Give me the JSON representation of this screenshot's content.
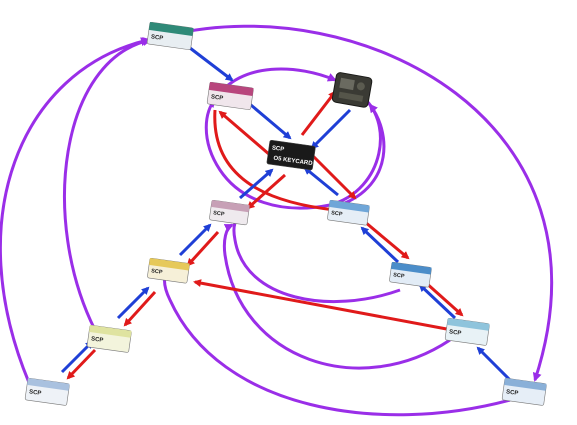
{
  "diagram": {
    "colors": {
      "blue_arrow": "#1f3fd6",
      "red_arrow": "#e01a1a",
      "purple_arrow": "#9a2ee8"
    },
    "cards": [
      {
        "id": "janitor",
        "prefix": "SCP",
        "color": "#a9c1df"
      },
      {
        "id": "level1",
        "prefix": "SCP",
        "color": "#dfe3a0"
      },
      {
        "id": "level2",
        "prefix": "SCP",
        "color": "#e6c95a"
      },
      {
        "id": "level3",
        "prefix": "SCP",
        "color": "#c7a0b6"
      },
      {
        "id": "level4",
        "prefix": "SCP",
        "color": "#b8467d"
      },
      {
        "id": "o5",
        "prefix": "SCP",
        "color": "#1a1a1a",
        "label": "O5 KEYCARD"
      },
      {
        "id": "guard",
        "prefix": "SCP",
        "color": "#6fa6d8"
      },
      {
        "id": "lt",
        "prefix": "SCP",
        "color": "#4b8dc9"
      },
      {
        "id": "commander",
        "prefix": "SCP",
        "color": "#8fc4dc"
      },
      {
        "id": "scientist",
        "prefix": "SCP",
        "color": "#8ab0d8"
      },
      {
        "id": "facility",
        "prefix": "SCP",
        "color": "#2f8a78"
      },
      {
        "id": "chaos",
        "prefix": "",
        "color": "#3a3a34",
        "icon": "chaos-device-icon"
      }
    ]
  }
}
